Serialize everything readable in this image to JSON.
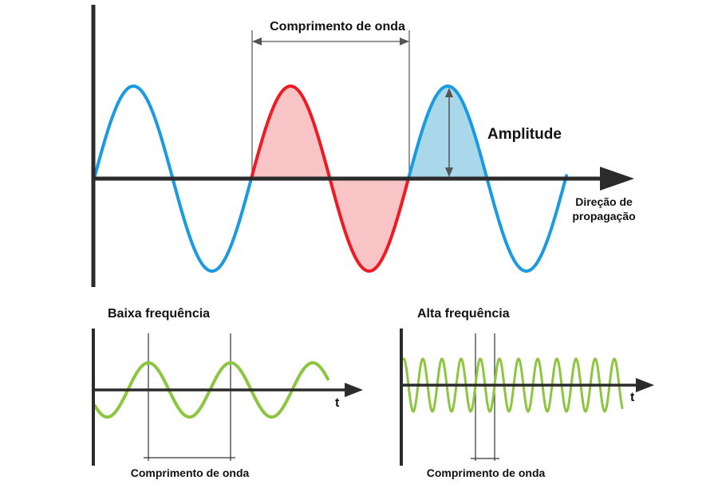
{
  "main_diagram": {
    "wavelength_label": "Comprimento de onda",
    "amplitude_label": "Amplitude",
    "direction_label_line1": "Direção de",
    "direction_label_line2": "propagação"
  },
  "low_frequency": {
    "title": "Baixa frequência",
    "axis_label": "t",
    "wavelength_label": "Comprimento de onda"
  },
  "high_frequency": {
    "title": "Alta frequência",
    "axis_label": "t",
    "wavelength_label": "Comprimento de onda"
  },
  "colors": {
    "axis": "#2b2b2b",
    "wave_blue": "#1a9ae0",
    "wave_red": "#ee1b24",
    "fill_red": "#f9c4c6",
    "fill_blue": "#a9d8ea",
    "wave_green": "#8cc63f",
    "guide": "#555555"
  }
}
